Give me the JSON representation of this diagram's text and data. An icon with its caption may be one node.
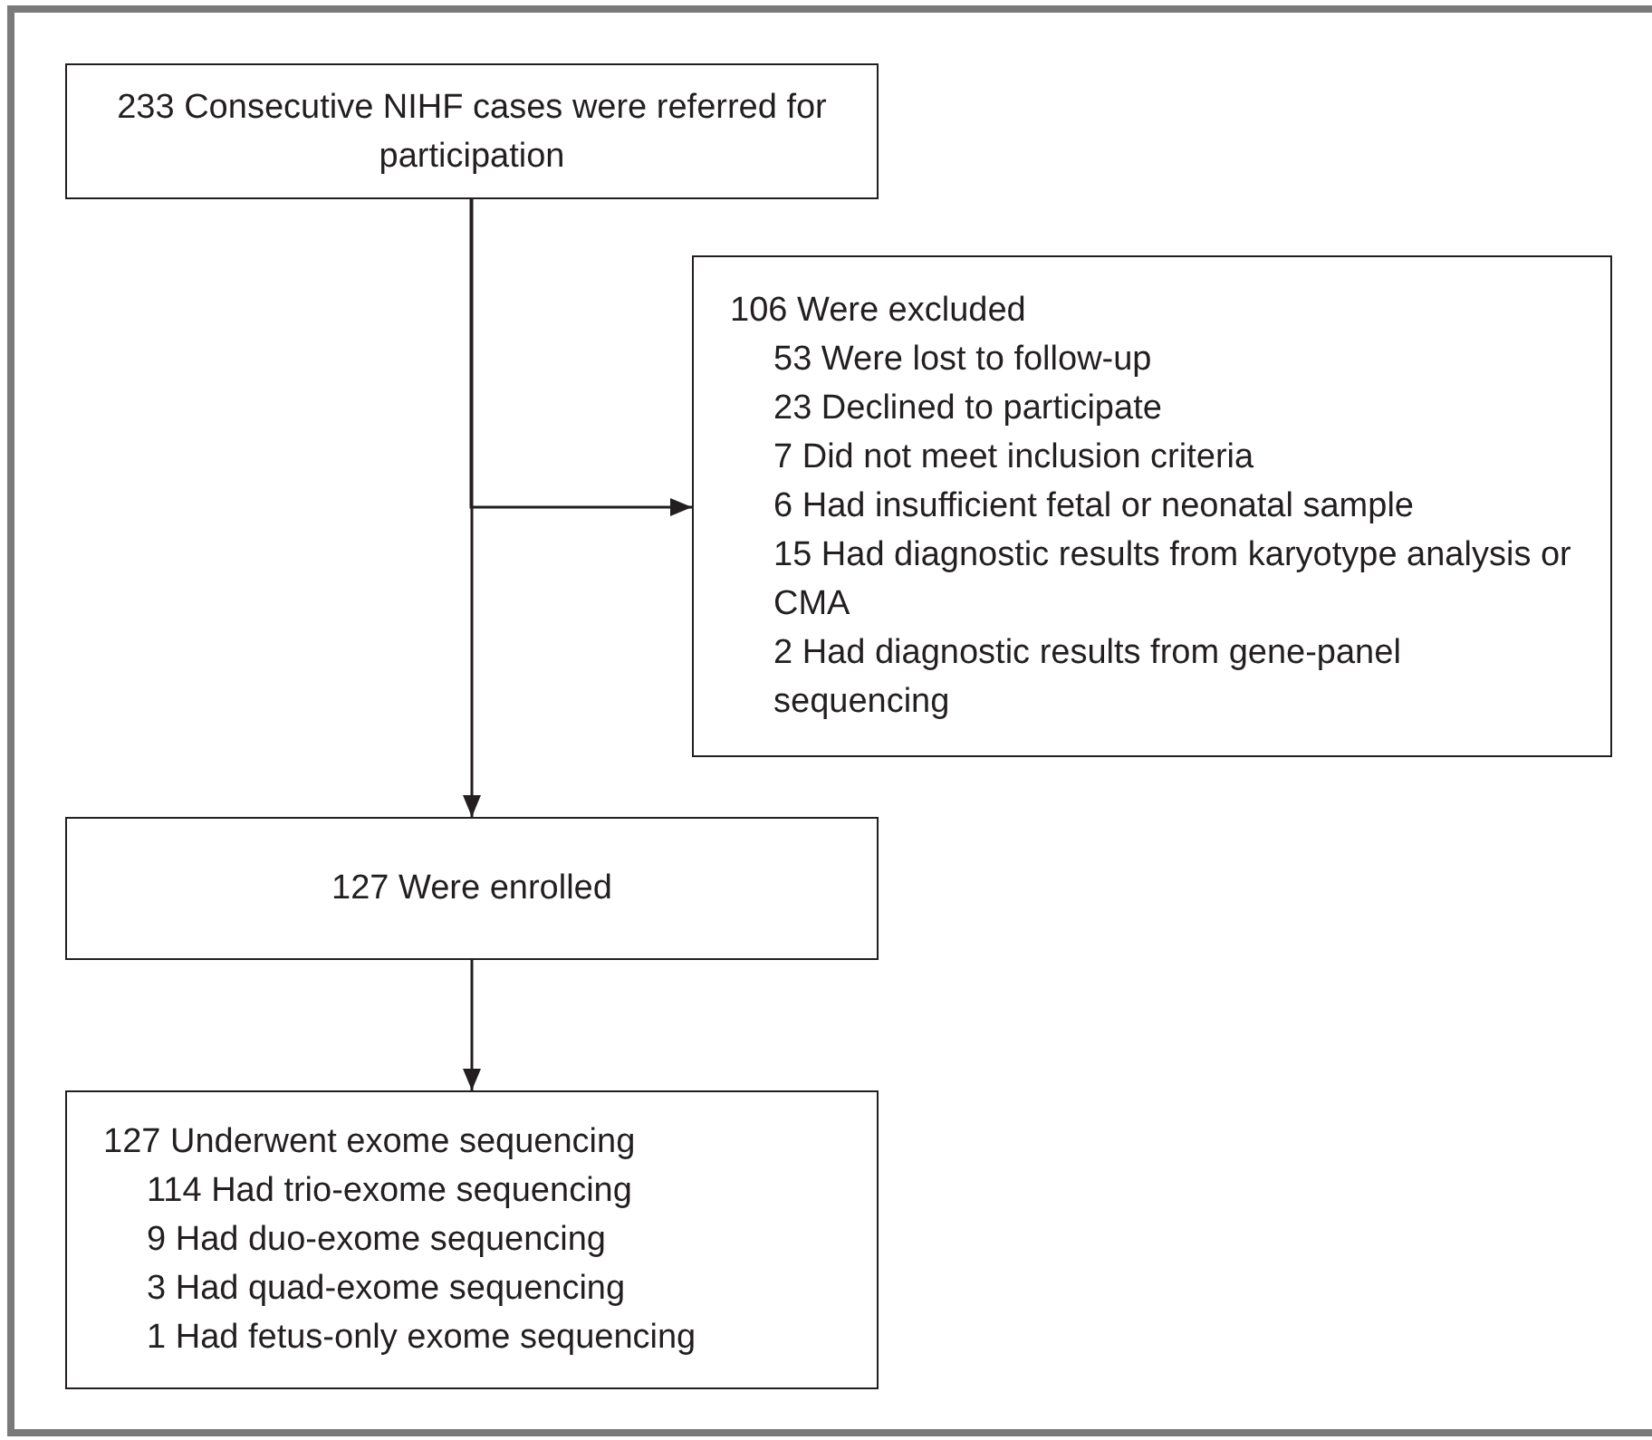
{
  "diagram": {
    "nodes": [
      {
        "text": [
          "233 Consecutive NIHF cases were referred for participation"
        ]
      },
      {
        "text": [
          "106 Were excluded",
          "53 Were lost to follow-up",
          "23 Declined to participate",
          "7 Did not meet inclusion criteria",
          "6 Had insufficient fetal or neonatal sample",
          "15 Had diagnostic results from karyotype analysis or CMA",
          "2 Had diagnostic results from gene-panel sequencing"
        ]
      },
      {
        "text": [
          "127 Were enrolled"
        ]
      },
      {
        "text": [
          "127 Underwent exome sequencing",
          "114 Had trio-exome sequencing",
          "9 Had duo-exome sequencing",
          "3 Had quad-exome sequencing",
          "1 Had fetus-only exome sequencing"
        ]
      }
    ],
    "edges": [
      {
        "from": 0,
        "to": 1,
        "arrow": "to"
      },
      {
        "from": 0,
        "to": 2,
        "arrow": "to"
      },
      {
        "from": 2,
        "to": 3,
        "arrow": "to"
      }
    ]
  }
}
